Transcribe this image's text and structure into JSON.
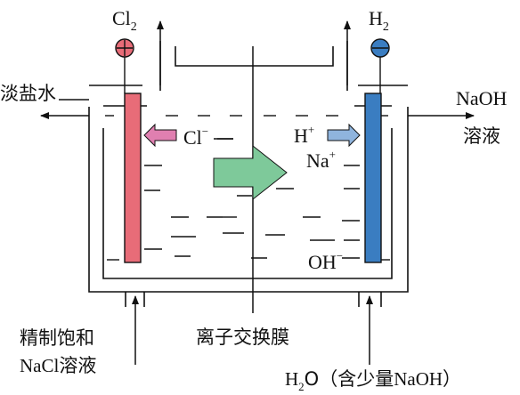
{
  "anode": {
    "gas": "Cl",
    "gas_sub": "2",
    "sign": "+",
    "color": "#e86c78"
  },
  "cathode": {
    "gas": "H",
    "gas_sub": "2",
    "sign": "−",
    "color": "#3a7dc1"
  },
  "ions": {
    "cl": "Cl",
    "cl_sup": "−",
    "h": "H",
    "h_sup": "+",
    "na": "Na",
    "na_sup": "+",
    "oh": "OH",
    "oh_sup": "−"
  },
  "labels": {
    "outlet_left": "淡盐水",
    "outlet_right_1": "NaOH",
    "outlet_right_2": "溶液",
    "inlet_left_1": "精制饱和",
    "inlet_left_2_a": "NaCl",
    "inlet_left_2_b": "溶液",
    "membrane": "离子交换膜",
    "inlet_right_h": "H",
    "inlet_right_sub": "2",
    "inlet_right_rest": "O（含少量",
    "inlet_right_naoh": "NaOH",
    "inlet_right_close": "）"
  },
  "colors": {
    "arrow_cl": "#e07fb0",
    "arrow_h": "#8fb4dd",
    "arrow_na": "#7ec99a",
    "line": "#111111"
  }
}
